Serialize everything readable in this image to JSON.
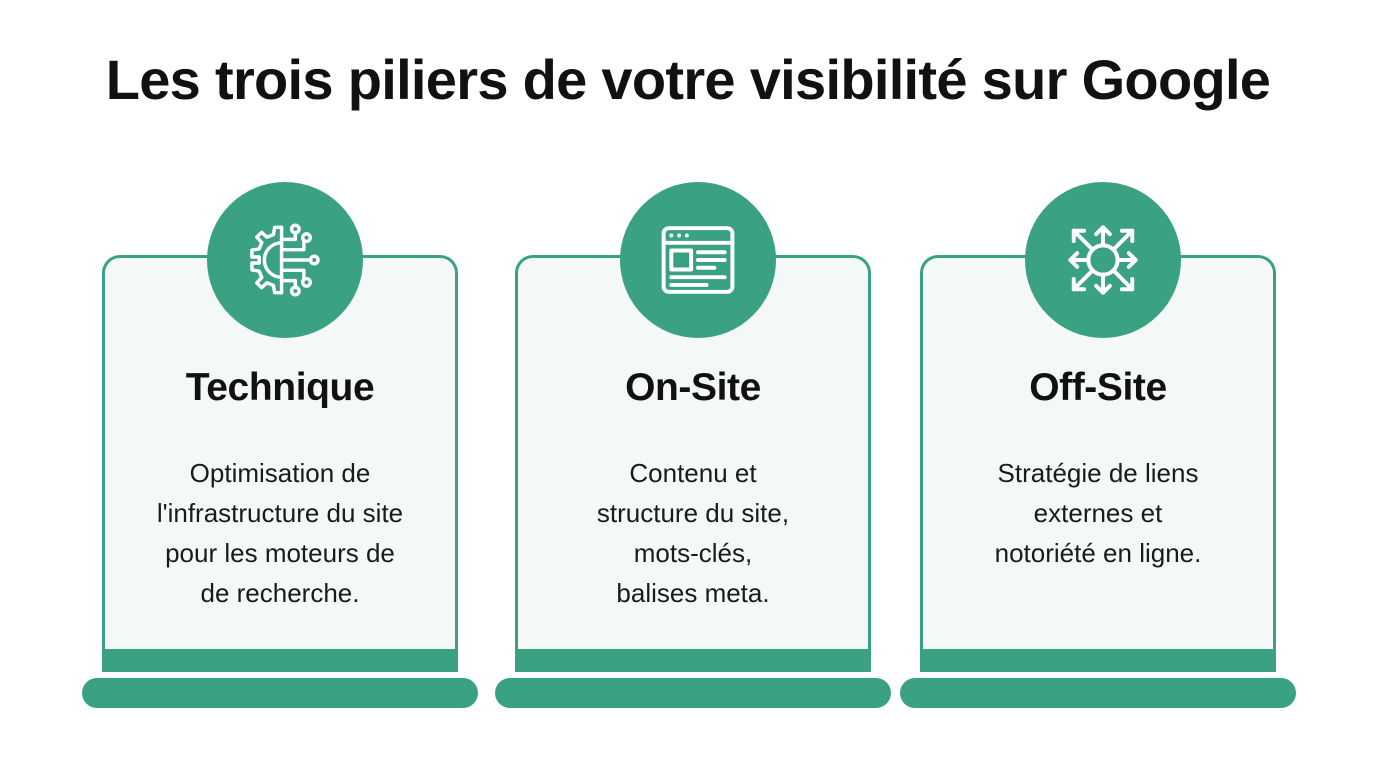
{
  "page": {
    "title": "Les trois piliers de votre visibilité sur Google",
    "background_color": "#ffffff",
    "accent_color": "#3aa183",
    "card_fill_color": "#f4f8f7",
    "text_color": "#111111"
  },
  "pillars": [
    {
      "icon": "gear-circuit-icon",
      "title": "Technique",
      "description": "Optimisation de\nl'infrastructure du site\npour les moteurs de\nde recherche."
    },
    {
      "icon": "browser-window-icon",
      "title": "On-Site",
      "description": "Contenu et\nstructure du site,\nmots-clés,\nbalises meta."
    },
    {
      "icon": "expand-arrows-network-icon",
      "title": "Off-Site",
      "description": "Stratégie de liens\nexternes et\nnotoriété en ligne."
    }
  ]
}
